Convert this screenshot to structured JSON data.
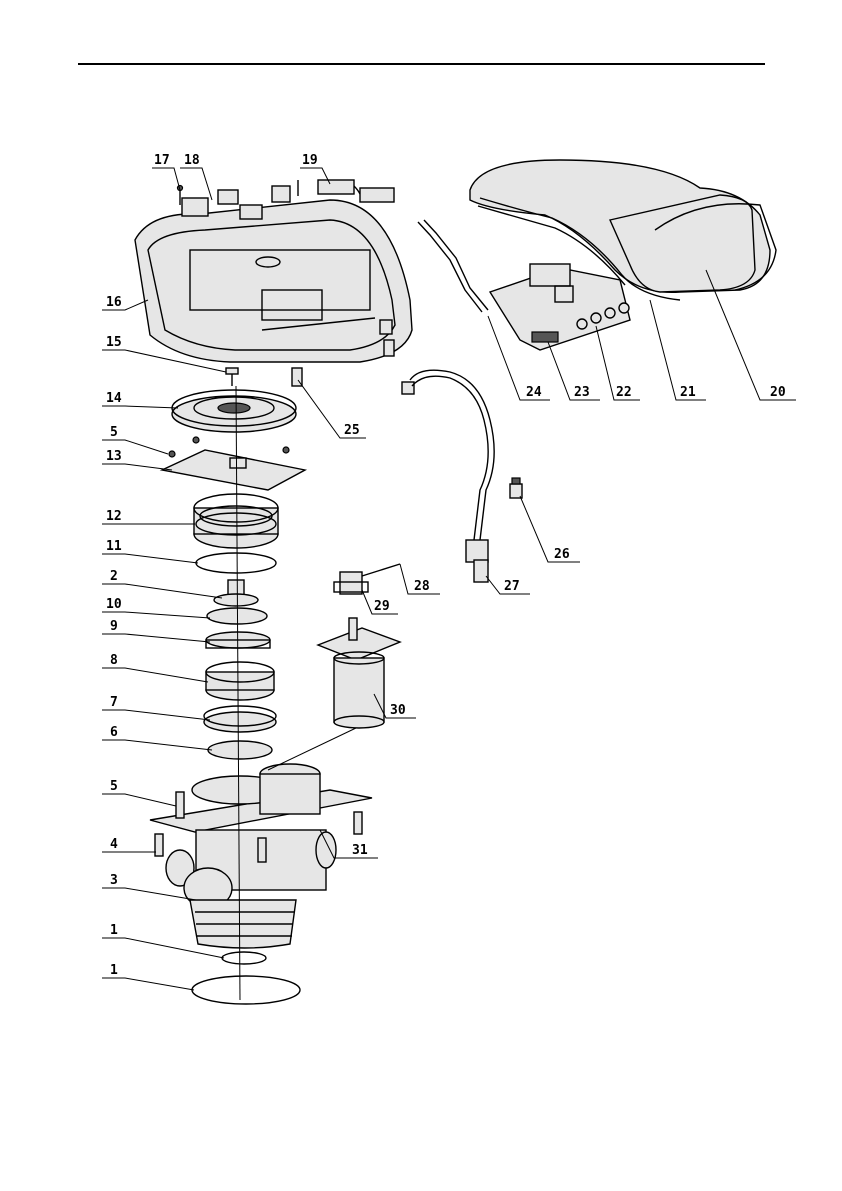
{
  "diagram": {
    "callouts": [
      {
        "id": "c-17-top",
        "text": "17"
      },
      {
        "id": "c-18-top",
        "text": "18"
      },
      {
        "id": "c-19-top",
        "text": "19"
      },
      {
        "id": "c-16-left",
        "text": "16"
      },
      {
        "id": "c-15-left",
        "text": "15"
      },
      {
        "id": "c-14-left",
        "text": "14"
      },
      {
        "id": "c-5-upper",
        "text": "5"
      },
      {
        "id": "c-13-left",
        "text": "13"
      },
      {
        "id": "c-12-left",
        "text": "12"
      },
      {
        "id": "c-11-left",
        "text": "11"
      },
      {
        "id": "c-2-left",
        "text": "2"
      },
      {
        "id": "c-10-left",
        "text": "10"
      },
      {
        "id": "c-9-left",
        "text": "9"
      },
      {
        "id": "c-8-left",
        "text": "8"
      },
      {
        "id": "c-7-left",
        "text": "7"
      },
      {
        "id": "c-6-left",
        "text": "6"
      },
      {
        "id": "c-5-lower",
        "text": "5"
      },
      {
        "id": "c-4-left",
        "text": "4"
      },
      {
        "id": "c-3-left",
        "text": "3"
      },
      {
        "id": "c-1-upper",
        "text": "1"
      },
      {
        "id": "c-1-lower",
        "text": "1"
      },
      {
        "id": "c-25",
        "text": "25"
      },
      {
        "id": "c-24",
        "text": "24"
      },
      {
        "id": "c-23",
        "text": "23"
      },
      {
        "id": "c-22",
        "text": "22"
      },
      {
        "id": "c-21",
        "text": "21"
      },
      {
        "id": "c-20",
        "text": "20"
      },
      {
        "id": "c-26",
        "text": "26"
      },
      {
        "id": "c-27",
        "text": "27"
      },
      {
        "id": "c-28",
        "text": "28"
      },
      {
        "id": "c-29",
        "text": "29"
      },
      {
        "id": "c-30",
        "text": "30"
      },
      {
        "id": "c-31",
        "text": "31"
      }
    ]
  }
}
